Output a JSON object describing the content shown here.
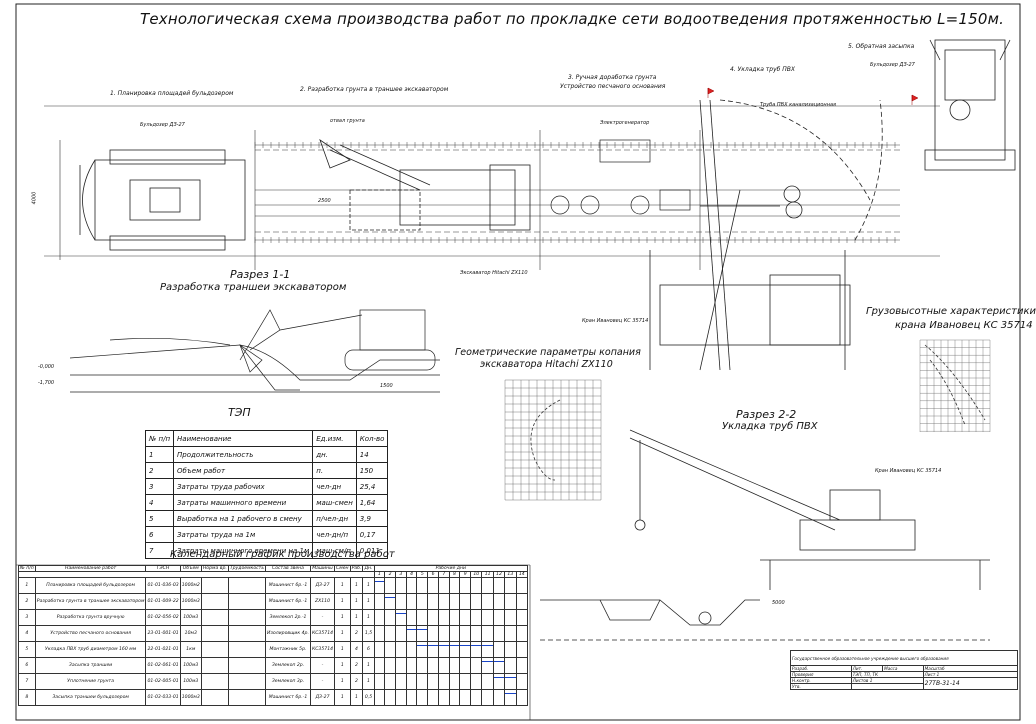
{
  "title": "Технологическая схема производства работ по прокладке сети водоотведения протяженностью L=150м.",
  "stages": {
    "s1": "1. Планировка площадей бульдозером",
    "s2": "2. Разработка грунта в траншее экскаватором",
    "s3a": "3. Ручная доработка грунта",
    "s3b": "Устройство песчаного основания",
    "s4": "4. Укладка труб ПВХ",
    "s5": "5. Обратная засыпка"
  },
  "labels": {
    "bulldozer": "Бульдозер ДЗ-27",
    "bulldozer2": "Бульдозер ДЗ-27",
    "excavator": "Экскаватор Hitachi ZX110",
    "crane": "Кран Ивановец КС 35714",
    "crane2": "Кран Ивановец КС 35714",
    "pipe": "Труба ПВХ канализационная",
    "pump": "Электрогенератор",
    "dump": "отвал грунта"
  },
  "sections": {
    "s11_title": "Разрез 1-1",
    "s11_sub": "Разработка траншеи экскаватором",
    "s22_title": "Разрез 2-2",
    "s22_sub": "Укладка труб ПВХ",
    "geo_title": "Геометрические параметры копания",
    "geo_sub": "экскаватора Hitachi ZX110",
    "lift_title": "Грузовысотные характеристики",
    "lift_sub": "крана Ивановец КС 35714"
  },
  "tep": {
    "title": "ТЭП",
    "headers": [
      "№ п/п",
      "Наименование",
      "Ед.изм.",
      "Кол-во"
    ],
    "rows": [
      [
        "1",
        "Продолжительность",
        "дн.",
        "14"
      ],
      [
        "2",
        "Объем работ",
        "п.",
        "150"
      ],
      [
        "3",
        "Затраты труда рабочих",
        "чел-дн",
        "25,4"
      ],
      [
        "4",
        "Затраты машинного времени",
        "маш-смен",
        "1,64"
      ],
      [
        "5",
        "Выработка на 1 рабочего в смену",
        "п/чел-дн",
        "3,9"
      ],
      [
        "6",
        "Затраты труда на 1м",
        "чел-дн/п",
        "0,17"
      ],
      [
        "7",
        "Затраты машинного времени на 1м",
        "маш-см/п",
        "0,011"
      ]
    ]
  },
  "calendar": {
    "title": "Календарный график производства работ",
    "days_label": "Рабочие дни",
    "headers": [
      "№ п/п",
      "Наименование работ",
      "ГЭСН",
      "Объем",
      "Норма вр.",
      "Трудоемкость",
      "Состав звена",
      "Машины",
      "Смен",
      "Раб.",
      "Дн."
    ],
    "days": [
      "1",
      "2",
      "3",
      "4",
      "5",
      "6",
      "7",
      "8",
      "9",
      "10",
      "11",
      "12",
      "13",
      "14"
    ],
    "rows": [
      {
        "n": "1",
        "name": "Планировка площадей бульдозером",
        "gesn": "01-01-036-03",
        "vol": "1000м2",
        "crew": "Машинист 6р.-1",
        "mach": "ДЗ-27",
        "shift": "1",
        "wrk": "1",
        "days": "1"
      },
      {
        "n": "2",
        "name": "Разработка грунта в траншее экскаватором",
        "gesn": "01-01-009-22",
        "vol": "1000м3",
        "crew": "Машинист 6р.-1",
        "mach": "ZX110",
        "shift": "1",
        "wrk": "1",
        "days": "1"
      },
      {
        "n": "3",
        "name": "Разработка грунта вручную",
        "gesn": "01-02-056-02",
        "vol": "100м3",
        "crew": "Землекоп 2р.-1",
        "mach": "-",
        "shift": "1",
        "wrk": "1",
        "days": "1"
      },
      {
        "n": "4",
        "name": "Устройство песчаного основания",
        "gesn": "23-01-001-01",
        "vol": "10м3",
        "crew": "Изолировщик 4р.",
        "mach": "КС35714",
        "shift": "1",
        "wrk": "2",
        "days": "1,5"
      },
      {
        "n": "5",
        "name": "Укладка ПВХ труб диаметром 160 мм",
        "gesn": "22-01-021-01",
        "vol": "1км",
        "crew": "Монтажник 5р.",
        "mach": "КС35714",
        "shift": "1",
        "wrk": "4",
        "days": "6"
      },
      {
        "n": "6",
        "name": "Засыпка траншеи",
        "gesn": "01-02-061-01",
        "vol": "100м3",
        "crew": "Землекоп 2р.",
        "mach": "-",
        "shift": "1",
        "wrk": "2",
        "days": "1"
      },
      {
        "n": "7",
        "name": "Уплотнение грунта",
        "gesn": "01-02-005-01",
        "vol": "100м3",
        "crew": "Землекоп 3р.",
        "mach": "-",
        "shift": "1",
        "wrk": "2",
        "days": "1"
      },
      {
        "n": "8",
        "name": "Засыпка траншеи бульдозером",
        "gesn": "01-03-033-01",
        "vol": "1000м3",
        "crew": "Машинист 6р.-1",
        "mach": "ДЗ-27",
        "shift": "1",
        "wrk": "1",
        "days": "0,5"
      }
    ],
    "bars": [
      [
        0,
        1
      ],
      [
        1,
        2
      ],
      [
        2,
        3
      ],
      [
        3,
        4.5
      ],
      [
        4.5,
        10.5
      ],
      [
        10.5,
        11.5
      ],
      [
        11.5,
        12.5
      ],
      [
        12.5,
        13
      ]
    ]
  },
  "stamp": {
    "org": "Государственное образовательное учреждение высшего образования",
    "doc": "ТЭП, ТП, ТК",
    "code": "27ТВ-31-14",
    "roles": [
      "Разраб.",
      "Проверил",
      "Н.контр.",
      "Утв."
    ],
    "cols": [
      "Лит.",
      "Масса",
      "Масштаб"
    ],
    "sheet": "Лист 1",
    "sheets": "Листов 1"
  },
  "dims": {
    "d1": "4000",
    "d2": "2500",
    "d3": "1500",
    "d4": "5000",
    "d5": "-0,000",
    "d6": "-1,700"
  }
}
